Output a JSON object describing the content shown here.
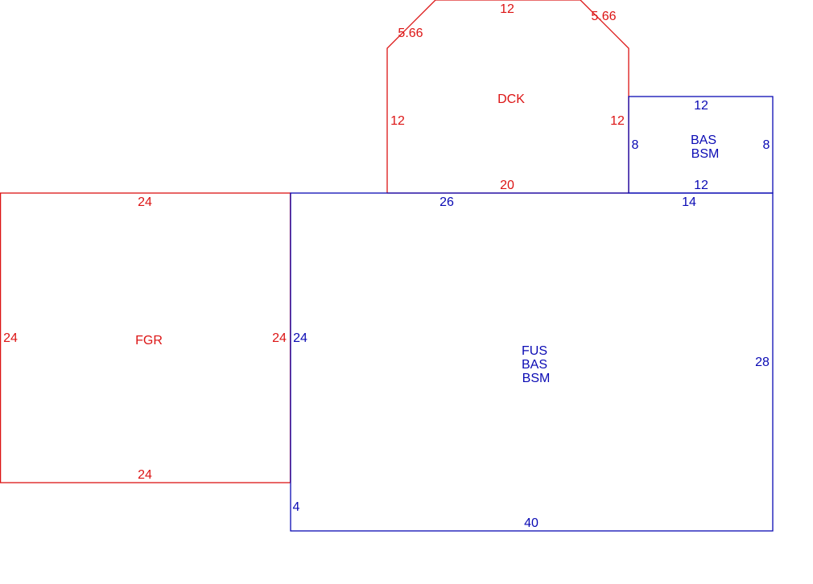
{
  "colors": {
    "red": "#dc1414",
    "blue": "#0a0ab4",
    "background": "#ffffff"
  },
  "areas": {
    "dck": {
      "name": "DCK",
      "color": "red",
      "dims": {
        "top": "12",
        "top_left": "5.66",
        "top_right": "5.66",
        "left": "12",
        "right": "12",
        "bottom": "20"
      }
    },
    "bas_small": {
      "name_line1": "BAS",
      "name_line2": "BSM",
      "color": "blue",
      "dims": {
        "top": "12",
        "left": "8",
        "right": "8",
        "bottom": "12"
      }
    },
    "fgr": {
      "name": "FGR",
      "color": "red",
      "dims": {
        "top": "24",
        "left": "24",
        "right": "24",
        "bottom": "24"
      }
    },
    "main": {
      "name_line1": "FUS",
      "name_line2": "BAS",
      "name_line3": "BSM",
      "color": "blue",
      "dims": {
        "top_left": "26",
        "top_right": "14",
        "left": "24",
        "left_lower": "4",
        "right": "28",
        "bottom": "40"
      }
    }
  }
}
